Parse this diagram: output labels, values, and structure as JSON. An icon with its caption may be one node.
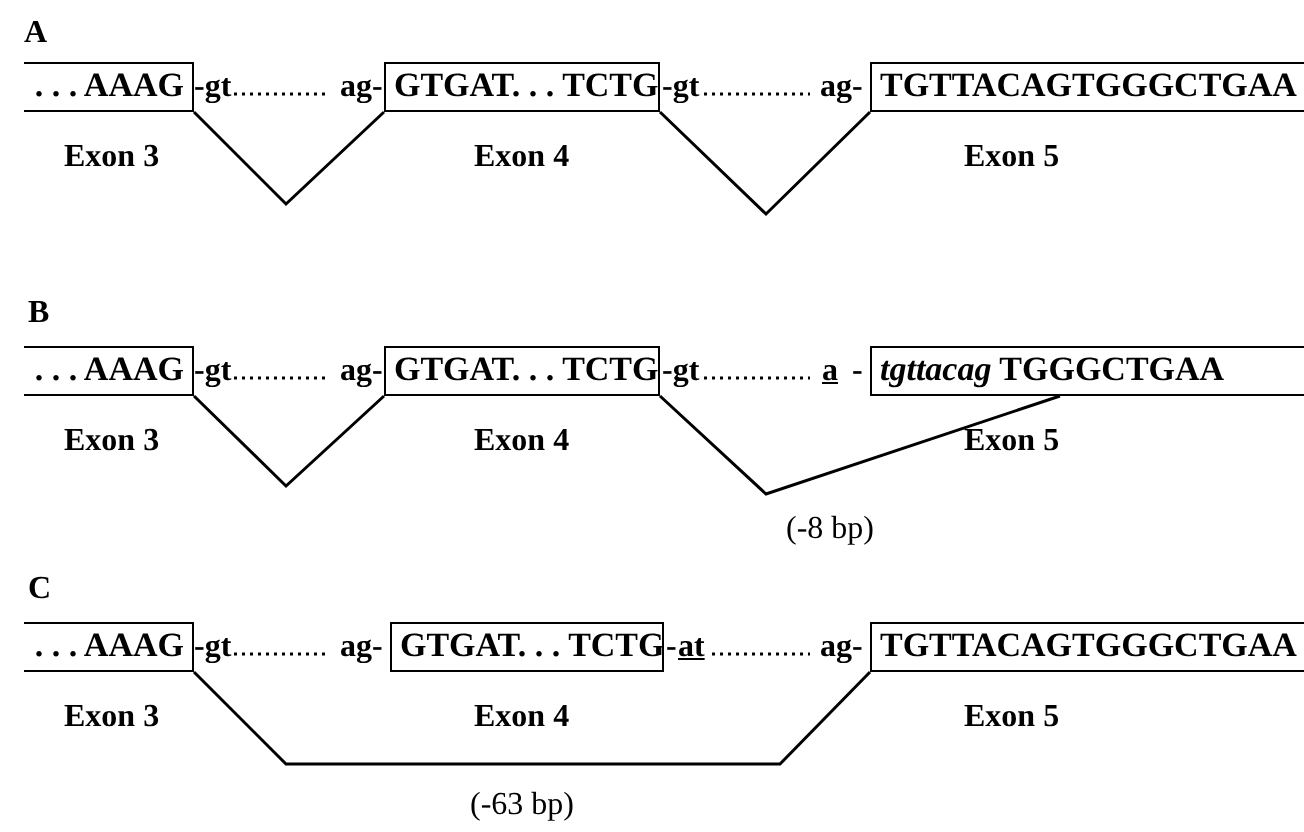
{
  "diagram": {
    "nodes": [
      {
        "text": [
          ". . . AAAG",
          "Exon 3"
        ]
      },
      {
        "text": [
          "GTGAT. . . TCTG",
          "Exon 4"
        ]
      },
      {
        "text": [
          "TGTTACAGTGGGCTGAA",
          "Exon 5"
        ]
      },
      {
        "text": [
          ". . . AAAG",
          "Exon 3"
        ]
      },
      {
        "text": [
          "GTGAT. . . TCTG",
          "Exon 4"
        ]
      },
      {
        "text": [
          "*tgttacag* TGGGCTGAA",
          "Exon 5"
        ]
      },
      {
        "text": [
          ". . . AAAG",
          "Exon 3"
        ]
      },
      {
        "text": [
          "GTGAT. . . TCTG",
          "Exon 4"
        ]
      },
      {
        "text": [
          "TGTTACAGTGGGCTGAA",
          "Exon 5"
        ]
      }
    ],
    "edges": [
      {
        "from": 0,
        "to": 1,
        "arrow": "none"
      },
      {
        "from": 1,
        "to": 2,
        "arrow": "none"
      },
      {
        "from": 3,
        "to": 4,
        "arrow": "none"
      },
      {
        "from": 4,
        "to": 5,
        "arrow": "none"
      },
      {
        "from": 6,
        "to": 8,
        "arrow": "none"
      }
    ],
    "labels": [
      "A",
      "-gt",
      "ag-",
      "-gt",
      "ag-",
      "B",
      "-gt",
      "ag-",
      "-gt",
      "a",
      "-",
      "(-8 bp)",
      "C",
      "-gt",
      "ag-",
      "-",
      "at",
      "ag-",
      "(-63 bp)"
    ]
  }
}
